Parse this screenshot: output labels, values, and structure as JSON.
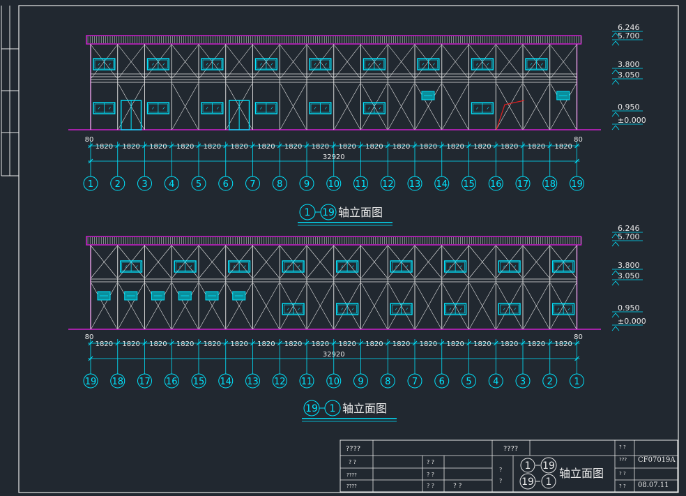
{
  "elevations": [
    {
      "id": "upper",
      "axis_labels": [
        "1",
        "2",
        "3",
        "4",
        "5",
        "6",
        "7",
        "8",
        "9",
        "10",
        "11",
        "12",
        "13",
        "14",
        "15",
        "16",
        "17",
        "18",
        "19"
      ],
      "bay_dims": [
        "1820",
        "1820",
        "1820",
        "1820",
        "1820",
        "1820",
        "1820",
        "1820",
        "1820",
        "1820",
        "1820",
        "1820",
        "1820",
        "1820",
        "1820",
        "1820",
        "1820",
        "1820"
      ],
      "edge_dim_left": "80",
      "edge_dim_right": "80",
      "total_dim": "32920",
      "levels": [
        "6.246",
        "5.700",
        "3.800",
        "3.050",
        "0.950",
        "±0.000"
      ],
      "title_from": "1",
      "title_to": "19",
      "title_suffix": "轴立面图"
    },
    {
      "id": "lower",
      "axis_labels": [
        "19",
        "18",
        "17",
        "16",
        "15",
        "14",
        "13",
        "12",
        "11",
        "10",
        "9",
        "8",
        "7",
        "6",
        "5",
        "4",
        "3",
        "2",
        "1"
      ],
      "bay_dims": [
        "1820",
        "1820",
        "1820",
        "1820",
        "1820",
        "1820",
        "1820",
        "1820",
        "1820",
        "1820",
        "1820",
        "1820",
        "1820",
        "1820",
        "1820",
        "1820",
        "1820",
        "1820"
      ],
      "edge_dim_left": "80",
      "edge_dim_right": "80",
      "total_dim": "32920",
      "levels": [
        "6.246",
        "5.700",
        "3.800",
        "3.050",
        "0.950",
        "±0.000"
      ],
      "title_from": "19",
      "title_to": "1",
      "title_suffix": "轴立面图"
    }
  ],
  "title_block": {
    "r1_a": "????",
    "r1_b": "????",
    "r2_a": "?  ?",
    "r2_b": "?  ?",
    "r3_a": "????",
    "r3_b": "?  ?",
    "r4_a": "????",
    "r4_b": "?  ?",
    "r4_c": "?  ?",
    "mid_q1": "?",
    "mid_q2": "?",
    "dw_top_from": "1",
    "dw_top_to": "19",
    "dw_bottom_from": "19",
    "dw_bottom_to": "1",
    "dw_suffix": "轴立面图",
    "right_lbl_1": "?  ?",
    "right_lbl_2": "???",
    "right_lbl_3": "?  ?",
    "right_lbl_4": "?  ?",
    "drawing_no": "CF07019A",
    "date": "08.07.11"
  },
  "colors": {
    "background": "#212830",
    "cyan": "#00e5ff",
    "white_line": "#e8e8e8",
    "magenta": "#d020d0",
    "red": "#e02020"
  }
}
